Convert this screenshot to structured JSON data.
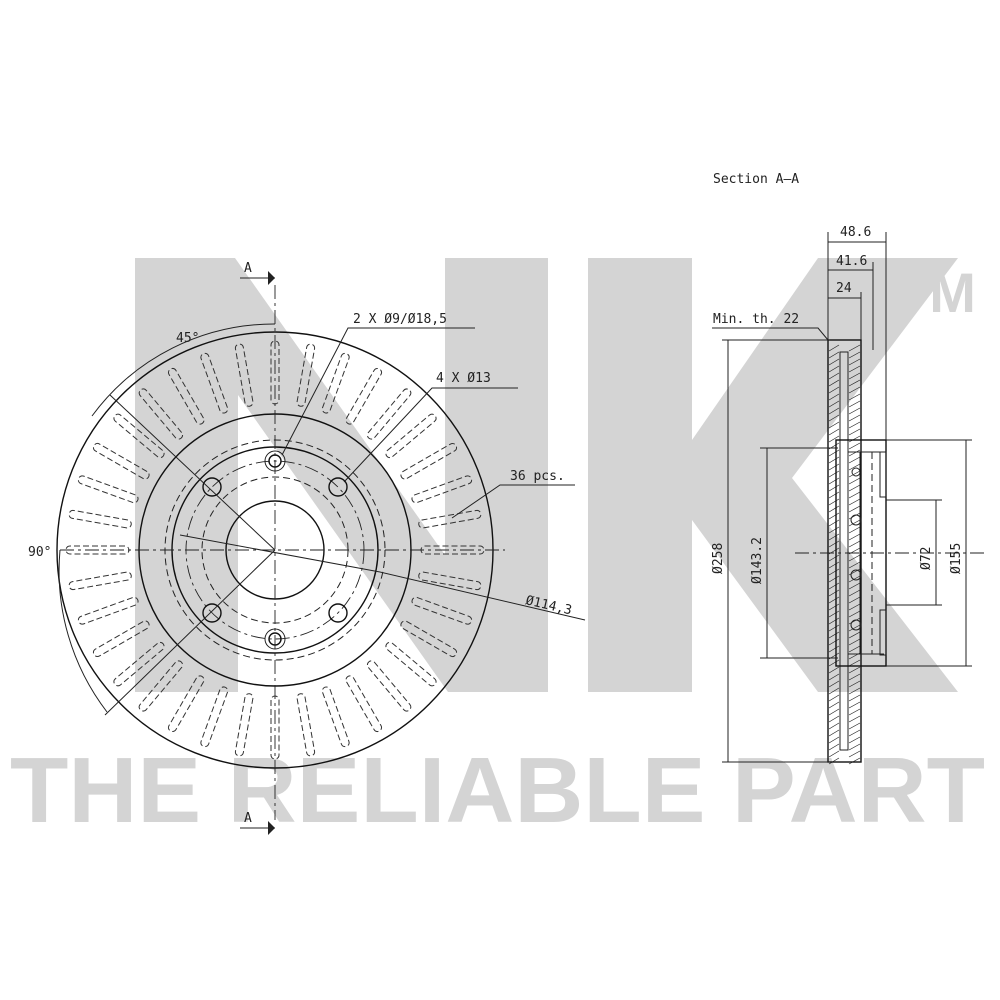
{
  "watermark": {
    "logo": "NK",
    "trademark": "TM",
    "slogan": "THE RELIABLE PART"
  },
  "front_view": {
    "section_marker_top": "A",
    "section_marker_bottom": "A",
    "angle_45": "45°",
    "angle_90": "90°",
    "holes_small": "2 X Ø9/Ø18,5",
    "holes_large": "4 X Ø13",
    "vane_count": "36 pcs.",
    "pcd": "Ø114,3",
    "vanes": 36
  },
  "section_view": {
    "title": "Section A–A",
    "width_total": "48.6",
    "width_hat": "41.6",
    "width_disc": "24",
    "min_thickness": "Min. th. 22",
    "dia_outer": "Ø258",
    "dia_hat": "Ø143.2",
    "dia_bore": "Ø72",
    "dia_hub": "Ø155"
  }
}
